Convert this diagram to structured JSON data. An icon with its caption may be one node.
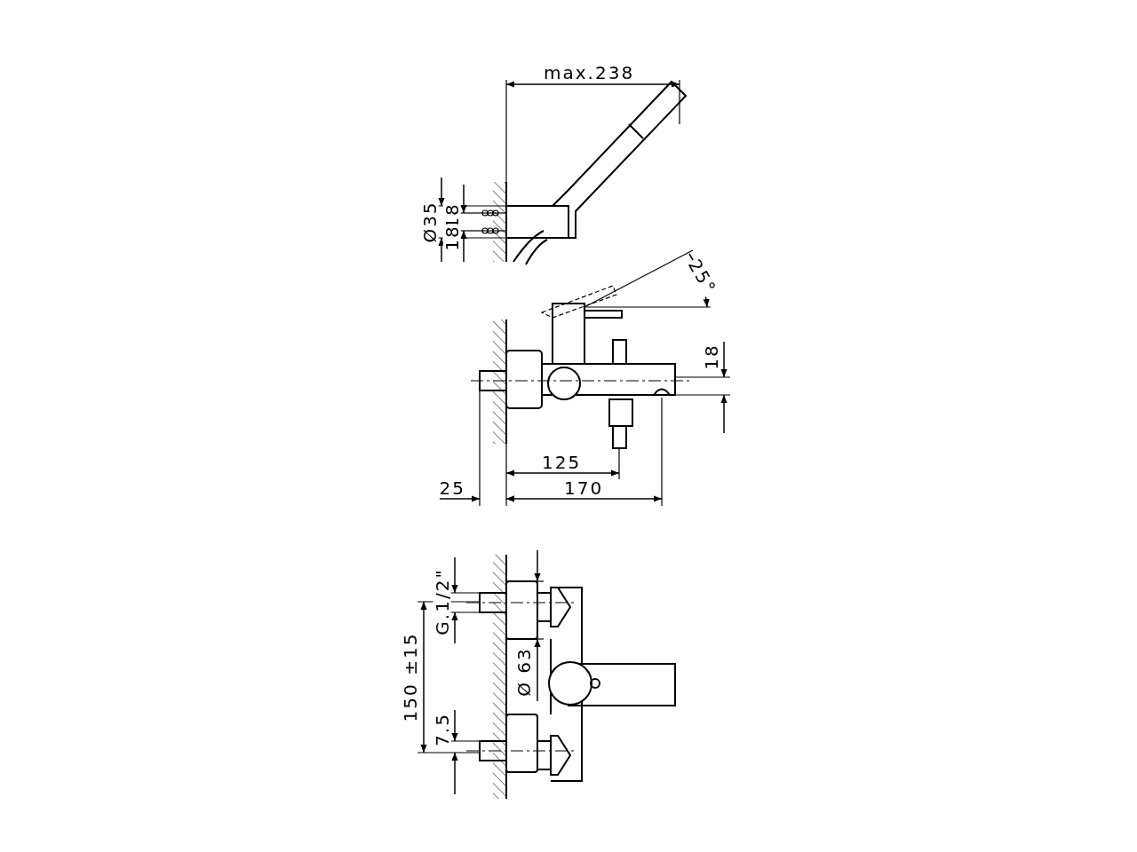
{
  "diagram": {
    "labels": [
      "max.238",
      "Ø35",
      "18",
      "18",
      "25°",
      "18",
      "125",
      "25",
      "170",
      "G.1/2\"",
      "150 ±15",
      "Ø 63",
      "7.5"
    ]
  }
}
